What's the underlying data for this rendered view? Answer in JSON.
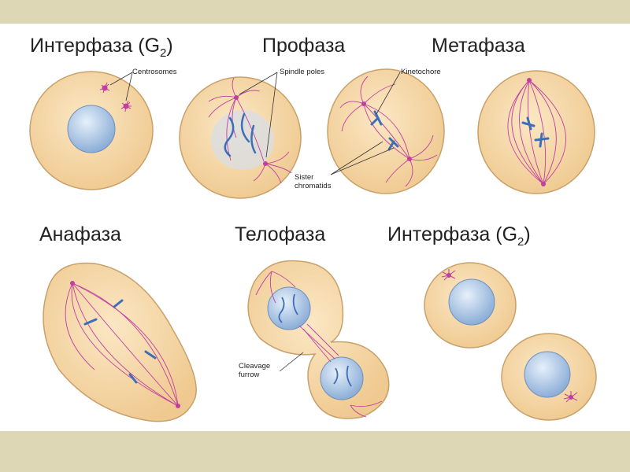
{
  "stages": {
    "interphase_top": {
      "title": "Интерфаза (G",
      "sub": "2",
      "close": ")"
    },
    "prophase": {
      "title": "Профаза"
    },
    "metaphase": {
      "title": "Метафаза"
    },
    "anaphase": {
      "title": "Анафаза"
    },
    "telophase": {
      "title": "Телофаза"
    },
    "interphase_bottom": {
      "title": "Интерфаза (G",
      "sub": "2",
      "close": ")"
    }
  },
  "annotations": {
    "centrosomes": "Centrosomes",
    "spindle_poles": "Spindle poles",
    "kinetochore": "Kinetochore",
    "sister_chromatids_1": "Sister",
    "sister_chromatids_2": "chromatids",
    "cleavage_furrow_1": "Cleavage",
    "cleavage_furrow_2": "furrow"
  },
  "colors": {
    "band": "#ddd7b6",
    "cell_fill": "#f6d9a9",
    "cell_stroke": "#c9a06a",
    "nucleus": "#a9c3e1",
    "spindle": "#c13fa2",
    "chromosome": "#3d6fb8"
  }
}
